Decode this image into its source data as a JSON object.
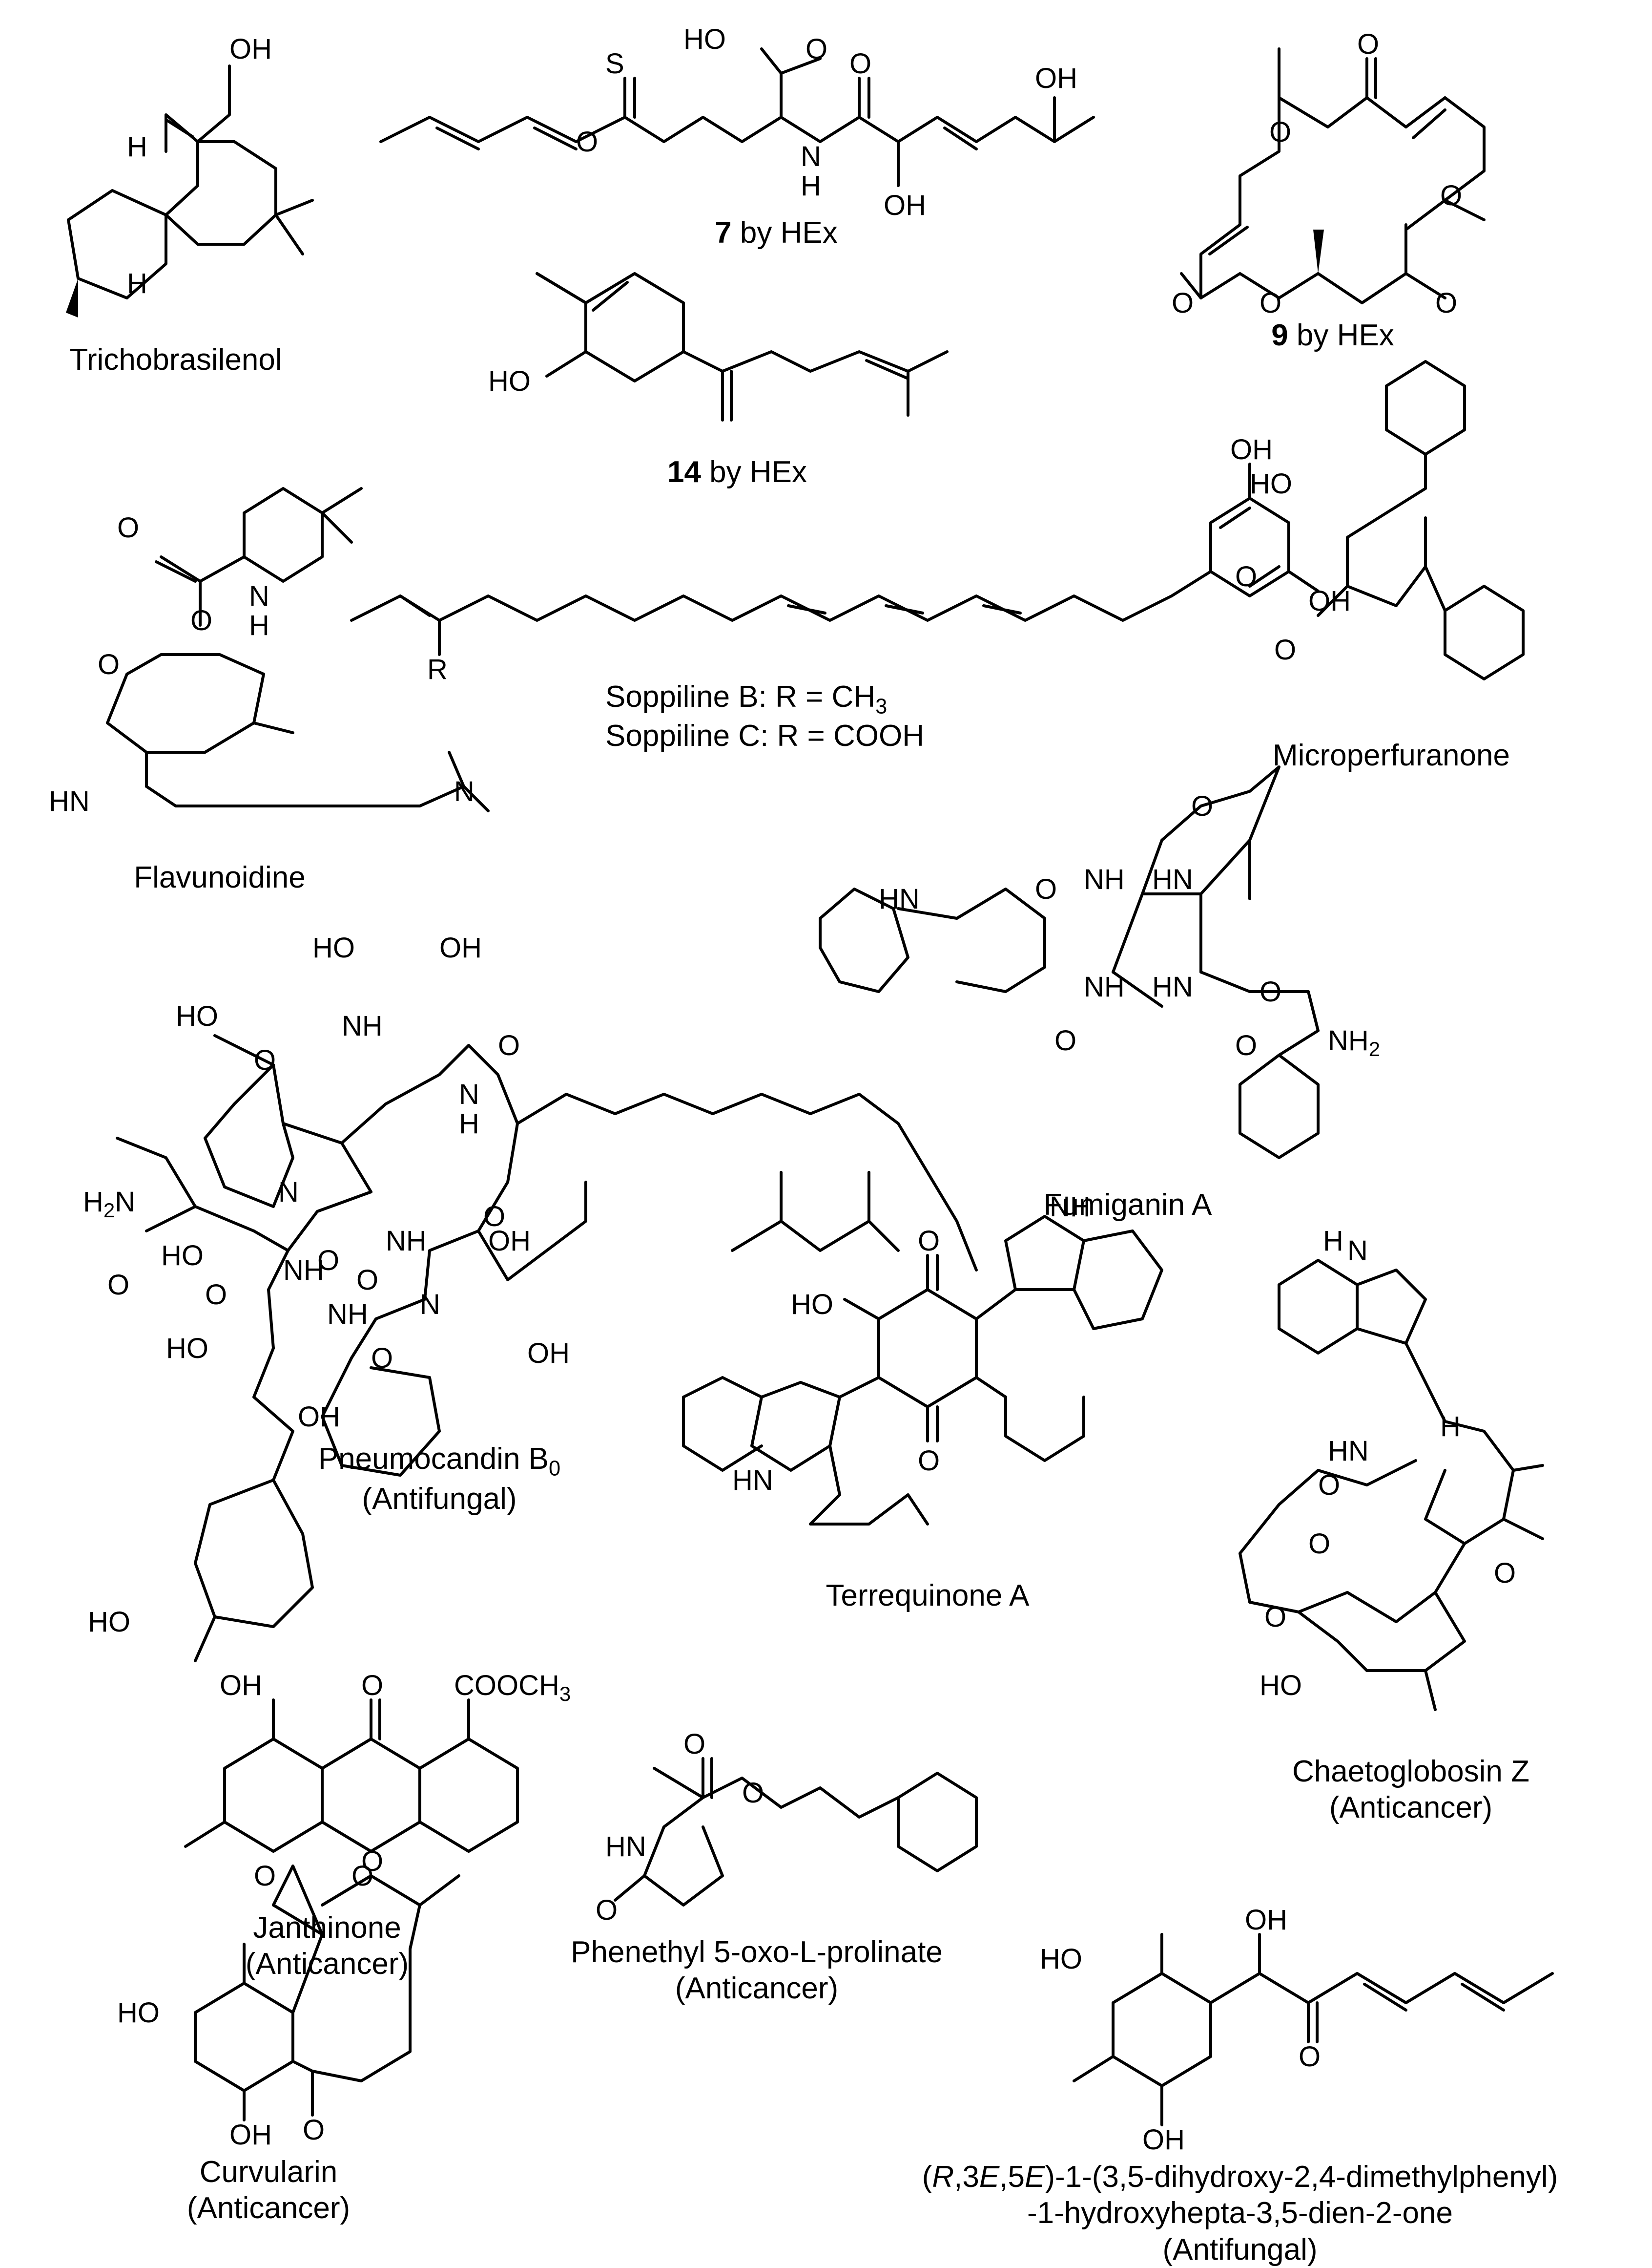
{
  "labels": {
    "trichobrasilenol": "Trichobrasilenol",
    "c7_num": "7",
    "c7_rest": " by HEx",
    "c9_num": "9",
    "c9_rest": " by HEx",
    "c14_num": "14",
    "c14_rest": " by HEx",
    "soppiline_b": "Soppiline B: R = CH",
    "soppiline_b_sub": "3",
    "soppiline_c": "Soppiline C: R = COOH",
    "microperfuranone": "Microperfuranone",
    "flavunoidine": "Flavunoidine",
    "fumiganin": "Fumiganin A",
    "pneumocandin": "Pneumocandin B",
    "pneumocandin_sub": "0",
    "pneumocandin_act": "(Antifungal)",
    "terrequinone": "Terrequinone A",
    "chaetoglobosin": "Chaetoglobosin Z",
    "chaetoglobosin_act": "(Anticancer)",
    "janthinone": "Janthinone",
    "janthinone_act": "(Anticancer)",
    "phenethyl": "Phenethyl 5-oxo-L-prolinate",
    "phenethyl_act": "(Anticancer)",
    "curvularin": "Curvularin",
    "curvularin_act": "(Anticancer)",
    "heptadienone_r": "R",
    "heptadienone_l1a": ",3",
    "heptadienone_e1": "E",
    "heptadienone_l1b": ",5",
    "heptadienone_e2": "E",
    "heptadienone_l1c": ")-1-(3,5-dihydroxy-2,4-dimethylphenyl)",
    "heptadienone_l2": "-1-hydroxyhepta-3,5-dien-2-one",
    "heptadienone_act": "(Antifungal)"
  },
  "atoms": {
    "oh": "OH",
    "ho": "HO",
    "o": "O",
    "s": "S",
    "n": "N",
    "h": "H",
    "nh": "NH",
    "hn": "HN",
    "r": "R",
    "nh2": "NH",
    "nh2_sub": "2",
    "h2n": "H",
    "h2n_sub": "2",
    "h2n_n": "N",
    "cooch3": "COOCH",
    "cooch3_sub": "3"
  }
}
